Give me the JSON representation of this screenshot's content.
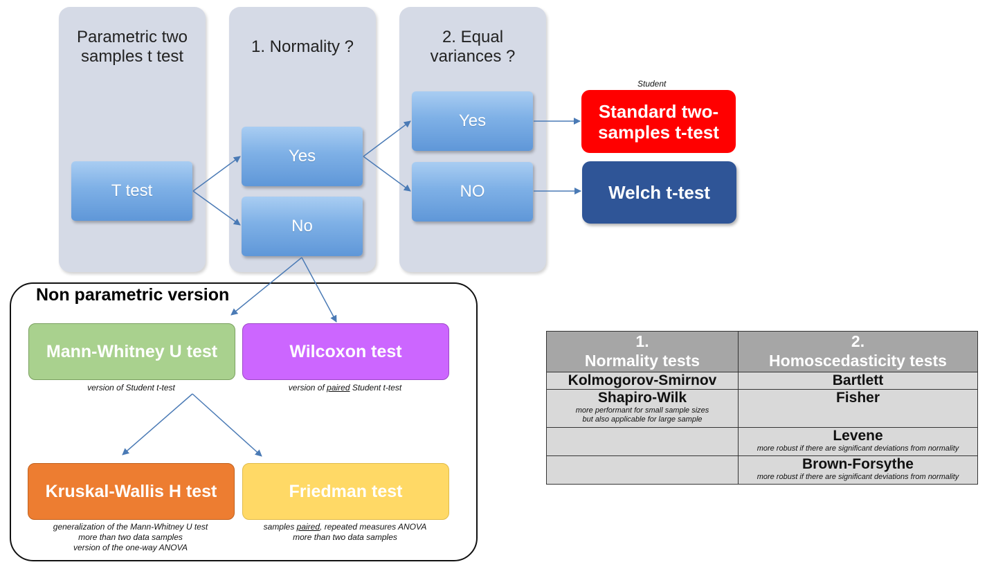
{
  "columns": [
    {
      "title": "Parametric two\nsamples t test"
    },
    {
      "title": "1. Normality ?"
    },
    {
      "title": "2. Equal\nvariances ?"
    }
  ],
  "flow": {
    "t_test": "T test",
    "normality_yes": "Yes",
    "normality_no": "No",
    "variance_yes": "Yes",
    "variance_no": "NO"
  },
  "results": {
    "student_caption": "Student",
    "standard": "Standard two-\nsamples t-test",
    "welch": "Welch t-test"
  },
  "nonparametric": {
    "title": "Non parametric version",
    "mann_whitney": "Mann-Whitney U test",
    "mann_whitney_note": "version of Student t-test",
    "wilcoxon": "Wilcoxon test",
    "wilcoxon_note_pre": "version of ",
    "wilcoxon_note_u": "paired",
    "wilcoxon_note_post": " Student t-test",
    "kruskal": "Kruskal-Wallis H test",
    "kruskal_note_1": "generalization of the Mann-Whitney U test",
    "kruskal_note_2": "more than two data samples",
    "kruskal_note_3": "version of the one-way ANOVA",
    "friedman": "Friedman test",
    "friedman_note_pre": "samples ",
    "friedman_note_u": "paired",
    "friedman_note_post": ", repeated measures ANOVA",
    "friedman_note_2": "more than two data samples"
  },
  "table": {
    "header_1_num": "1.",
    "header_1": "Normality tests",
    "header_2_num": "2.",
    "header_2": "Homoscedasticity tests",
    "rows": [
      {
        "left": "Kolmogorov-Smirnov",
        "left_note": "",
        "right": "Bartlett",
        "right_note": ""
      },
      {
        "left": "Shapiro-Wilk",
        "left_note_1": "more performant for small sample sizes",
        "left_note_2": "but also applicable for large sample",
        "right": "Fisher",
        "right_note": ""
      },
      {
        "left": "",
        "left_note": "",
        "right": "Levene",
        "right_note": "more robust if there are significant deviations from normality"
      },
      {
        "left": "",
        "left_note": "",
        "right": "Brown-Forsythe",
        "right_note": "more robust if there are significant deviations from normality"
      }
    ]
  },
  "colors": {
    "column_bg": "#d5dae6",
    "standard_red": "#ff0000",
    "welch_blue": "#2f5597",
    "mann_whitney_green": "#a9d18e",
    "wilcoxon_purple": "#cc66ff",
    "kruskal_orange": "#ed7d31",
    "friedman_yellow": "#ffd966",
    "arrow": "#4a7ab5"
  }
}
